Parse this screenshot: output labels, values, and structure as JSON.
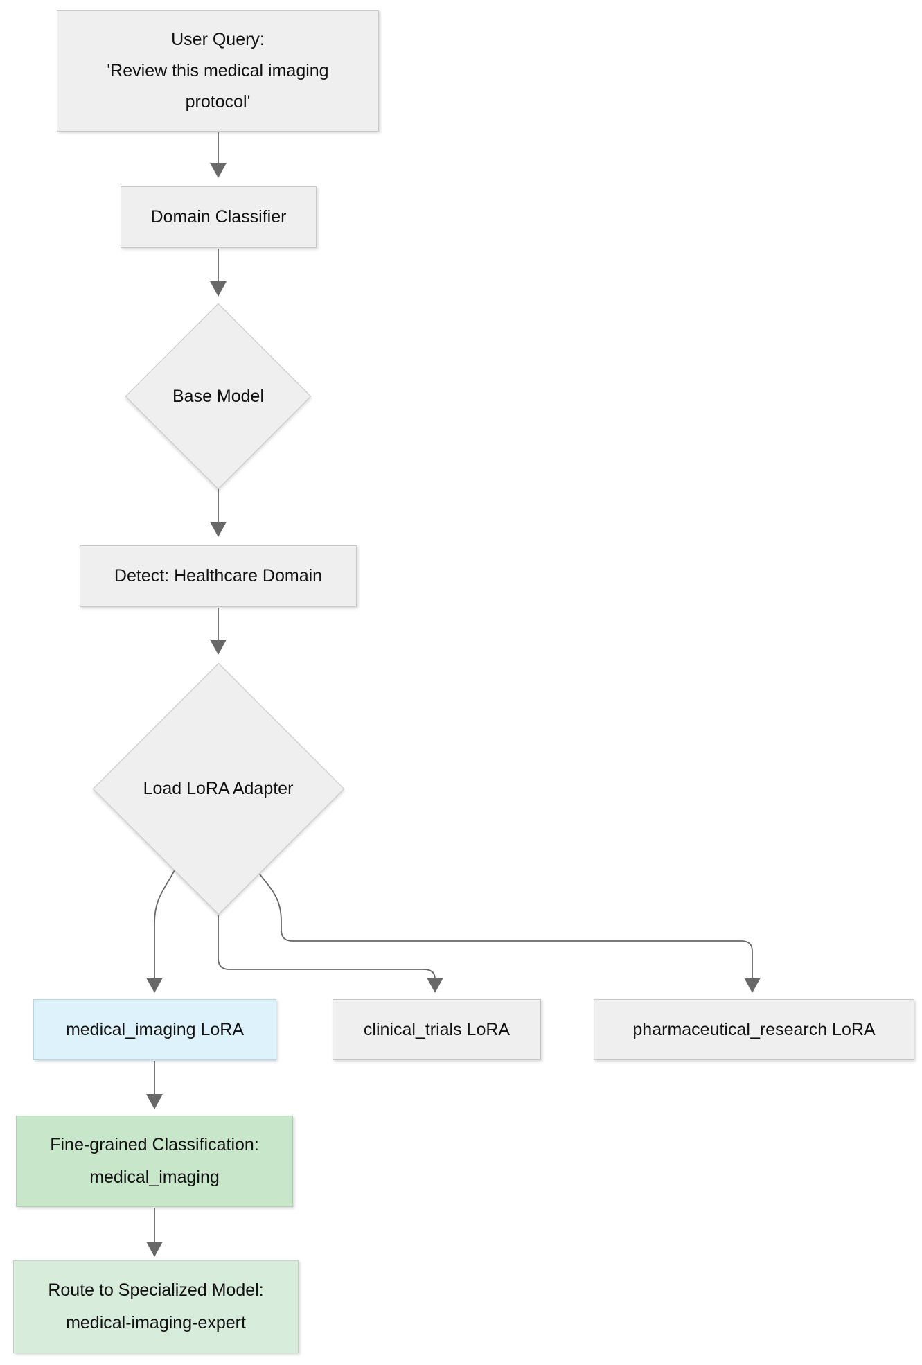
{
  "diagram": {
    "type": "flowchart",
    "direction": "top-down",
    "colors": {
      "background": "#ffffff",
      "node_default_fill": "#efefef",
      "node_default_border": "#c8c8c8",
      "highlight_blue_fill": "#def2fc",
      "highlight_blue_border": "#b9d6e0",
      "green_dark_fill": "#c8e6c9",
      "green_light_fill": "#d8ecdb",
      "edge_color": "#686868",
      "text_color": "#111111"
    },
    "nodes": {
      "user_query": {
        "shape": "rect",
        "line1": "User Query:",
        "line2": "'Review this medical imaging",
        "line3": "protocol'"
      },
      "domain_classifier": {
        "shape": "rect",
        "label": "Domain Classifier"
      },
      "base_model": {
        "shape": "diamond",
        "label": "Base Model"
      },
      "detect_healthcare": {
        "shape": "rect",
        "label": "Detect: Healthcare Domain"
      },
      "load_lora_adapter": {
        "shape": "diamond",
        "label": "Load LoRA Adapter"
      },
      "medical_imaging_lora": {
        "shape": "rect",
        "label": "medical_imaging LoRA"
      },
      "clinical_trials_lora": {
        "shape": "rect",
        "label": "clinical_trials LoRA"
      },
      "pharmaceutical_research_lora": {
        "shape": "rect",
        "label": "pharmaceutical_research LoRA"
      },
      "fine_grained_classification": {
        "shape": "rect",
        "line1": "Fine-grained Classification:",
        "line2": "medical_imaging"
      },
      "route_to_specialized_model": {
        "shape": "rect",
        "line1": "Route to Specialized Model:",
        "line2": "medical-imaging-expert"
      }
    },
    "edges": [
      {
        "from": "user_query",
        "to": "domain_classifier"
      },
      {
        "from": "domain_classifier",
        "to": "base_model"
      },
      {
        "from": "base_model",
        "to": "detect_healthcare"
      },
      {
        "from": "detect_healthcare",
        "to": "load_lora_adapter"
      },
      {
        "from": "load_lora_adapter",
        "to": "medical_imaging_lora"
      },
      {
        "from": "load_lora_adapter",
        "to": "clinical_trials_lora"
      },
      {
        "from": "load_lora_adapter",
        "to": "pharmaceutical_research_lora"
      },
      {
        "from": "medical_imaging_lora",
        "to": "fine_grained_classification"
      },
      {
        "from": "fine_grained_classification",
        "to": "route_to_specialized_model"
      }
    ]
  }
}
